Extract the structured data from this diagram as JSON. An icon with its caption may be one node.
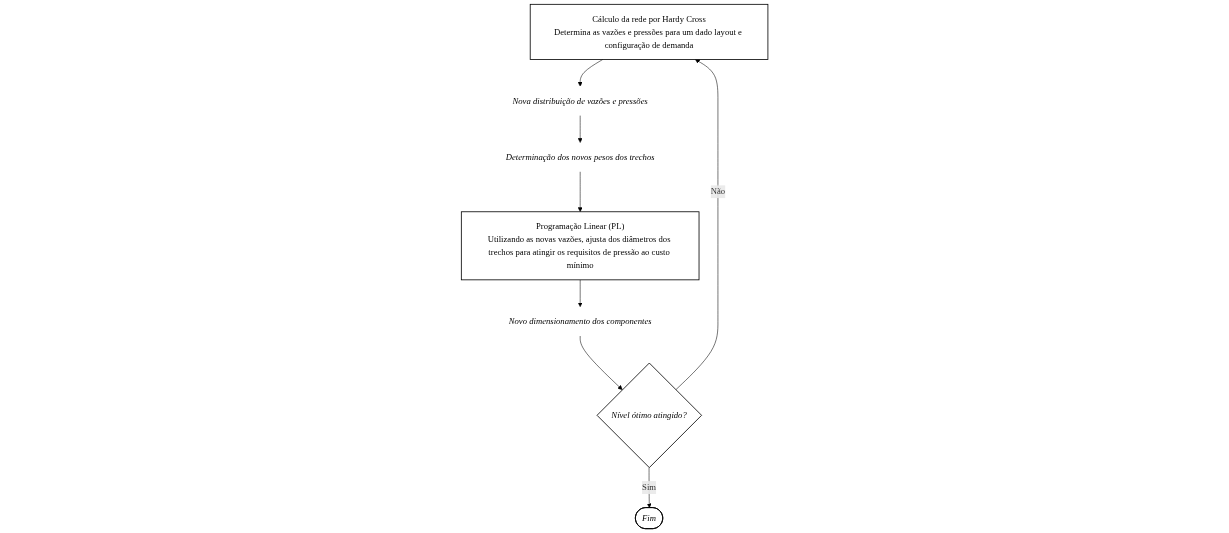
{
  "diagram": {
    "nodes": [
      {
        "text": [
          "Cálculo da rede por Hardy Cross",
          "Determina as vazões e pressões para um dado layout e configuração de demanda"
        ]
      },
      {
        "text": [
          "Nova distribuição de vazões e pressões"
        ]
      },
      {
        "text": [
          "Determinação dos novos pesos dos trechos"
        ]
      },
      {
        "text": [
          "Programação Linear (PL)",
          "Utilizando as novas vazões, ajusta dos diâmetros dos trechos para atingir os requisitos de pressão ao custo mínimo"
        ]
      },
      {
        "text": [
          "Novo dimensionamento dos componentes"
        ]
      },
      {
        "text": [
          "Nível ótimo atingido?"
        ]
      },
      {
        "text": [
          "Fim"
        ]
      }
    ],
    "edges": [
      {
        "from": 0,
        "to": 1,
        "arrow": "to"
      },
      {
        "from": 1,
        "to": 2,
        "arrow": "to"
      },
      {
        "from": 2,
        "to": 3,
        "arrow": "to"
      },
      {
        "from": 3,
        "to": 4,
        "arrow": "to"
      },
      {
        "from": 4,
        "to": 5,
        "arrow": "to"
      },
      {
        "from": 5,
        "to": 0,
        "label": "Não",
        "arrow": "to"
      },
      {
        "from": 5,
        "to": 6,
        "label": "Sim",
        "arrow": "to"
      }
    ]
  }
}
